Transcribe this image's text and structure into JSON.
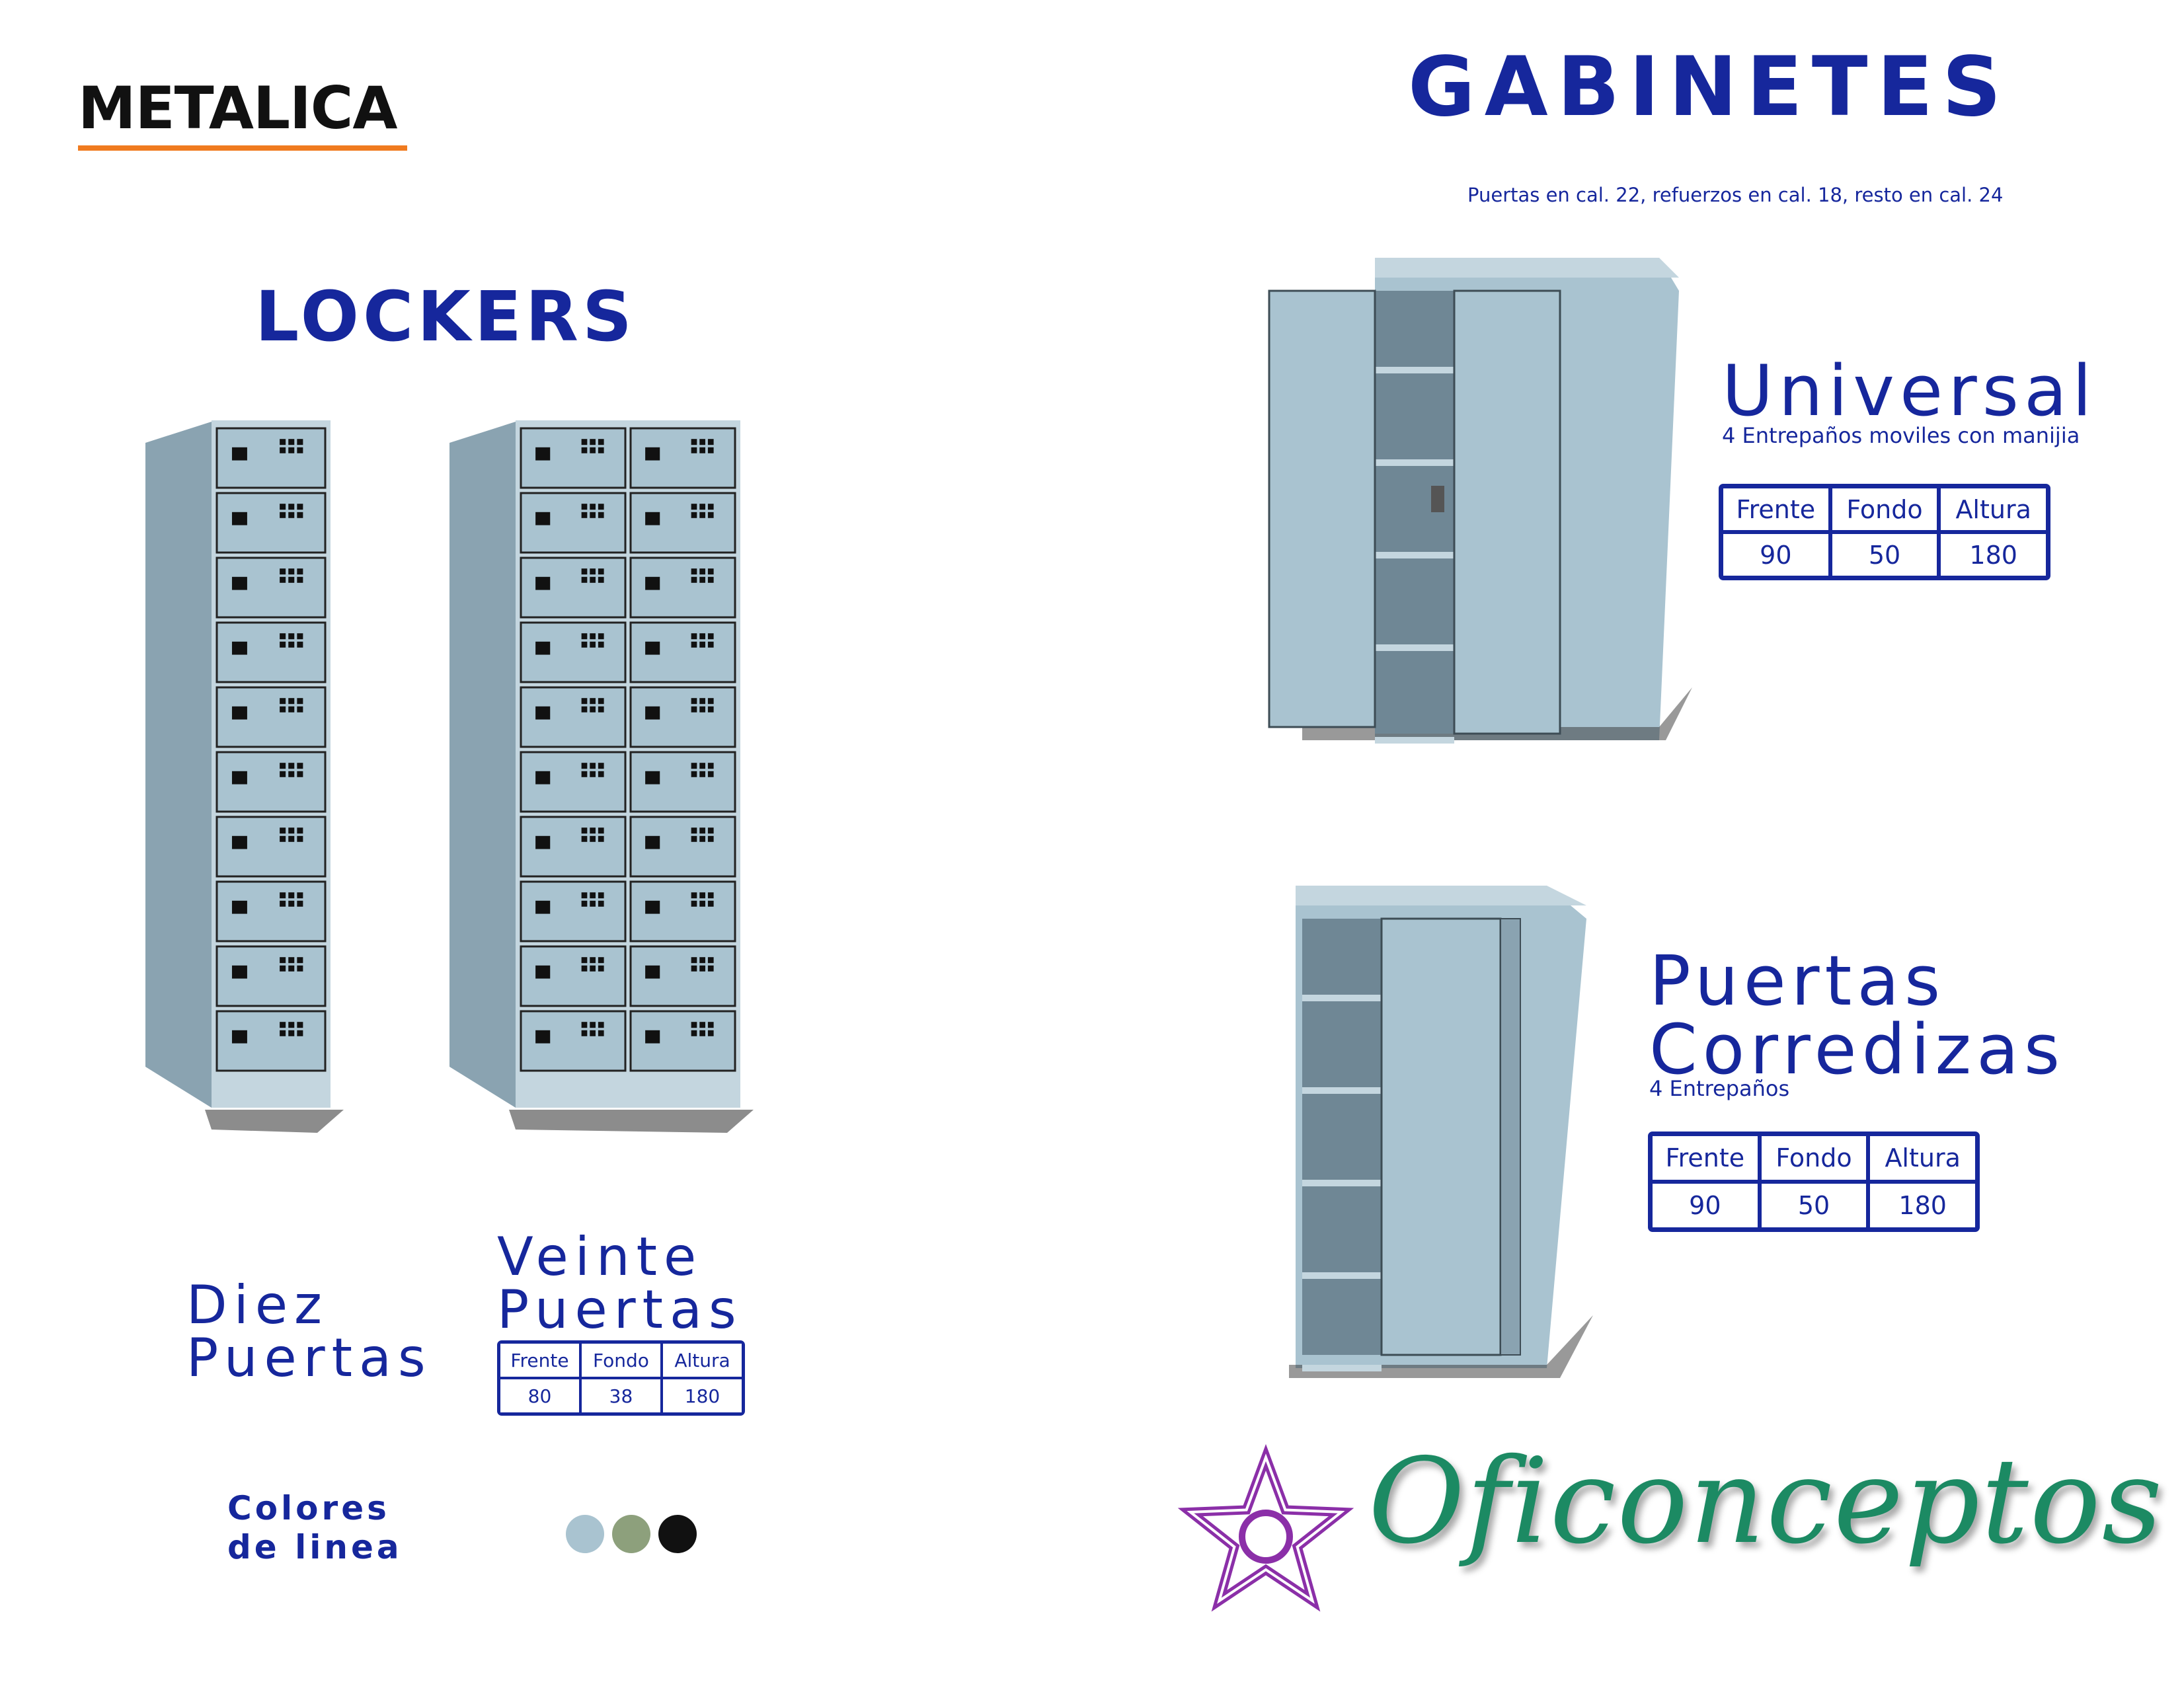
{
  "brand": "METALICA",
  "colors": {
    "navy": "#16279c",
    "orange_rule": "#f07b1f",
    "cabinet_body": "#a9c3d0",
    "logo_purple": "#8b2fa8",
    "logo_green": "#1c8a63"
  },
  "gabinetes": {
    "title": "GABINETES",
    "spec_note": "Puertas en cal. 22, refuerzos en cal. 18, resto en cal. 24",
    "universal": {
      "name": "Universal",
      "description": "4 Entrepaños moviles con manijia",
      "headers": [
        "Frente",
        "Fondo",
        "Altura"
      ],
      "values": [
        "90",
        "50",
        "180"
      ]
    },
    "corredizas": {
      "name_line1": "Puertas",
      "name_line2": "Corredizas",
      "description": "4 Entrepaños",
      "headers": [
        "Frente",
        "Fondo",
        "Altura"
      ],
      "values": [
        "90",
        "50",
        "180"
      ]
    }
  },
  "lockers": {
    "title": "LOCKERS",
    "diez": {
      "line1": "Diez",
      "line2": "Puertas",
      "doors": 10
    },
    "veinte": {
      "line1": "Veinte",
      "line2": "Puertas",
      "doors": 20,
      "headers": [
        "Frente",
        "Fondo",
        "Altura"
      ],
      "values": [
        "80",
        "38",
        "180"
      ]
    },
    "colores": {
      "line1": "Colores",
      "line2": "de linea",
      "swatches": [
        "#a9c3d0",
        "#8da07c",
        "#111111"
      ]
    }
  },
  "logo": {
    "text": "Oficonceptos",
    "icon": "star-logo-icon"
  }
}
